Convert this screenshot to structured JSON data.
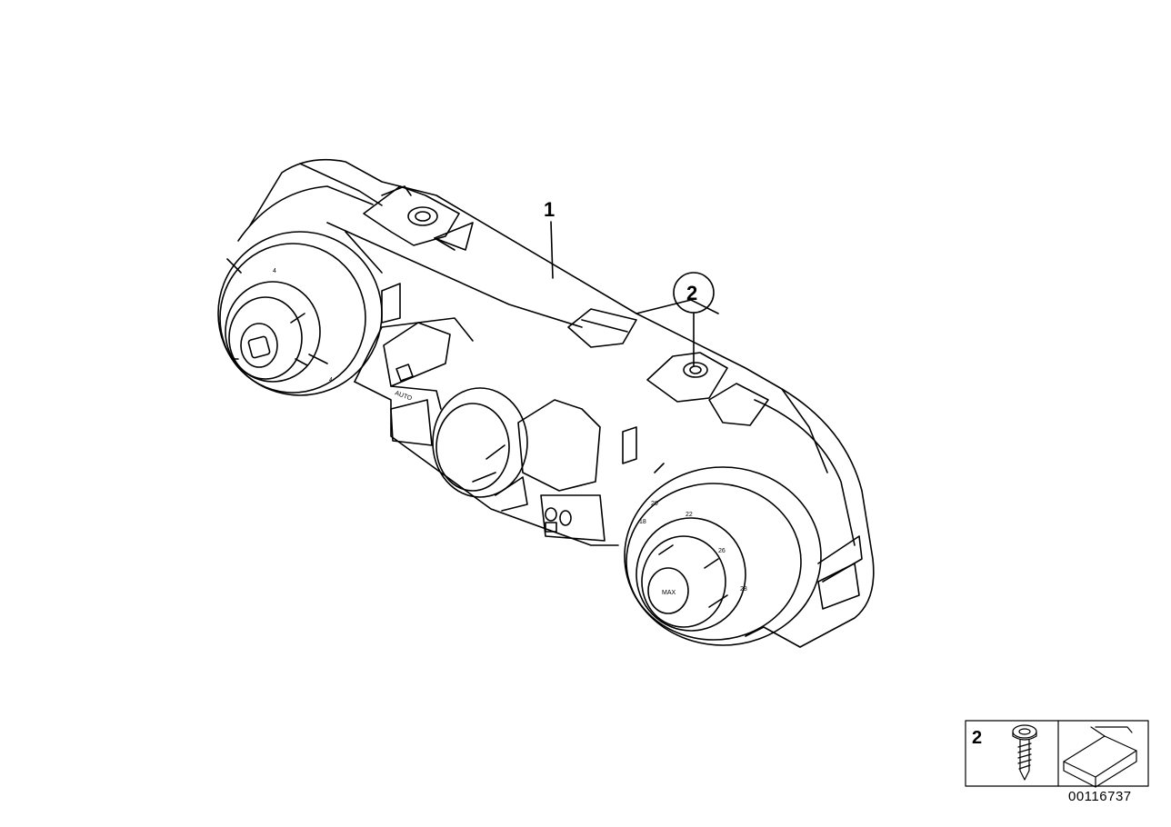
{
  "callouts": {
    "part1": "1",
    "part2": "2"
  },
  "control_panel": {
    "left_knob_marks": [
      "4",
      "4"
    ],
    "button_auto": "AUTO",
    "right_knob_scale": [
      "18",
      "20",
      "22",
      "26",
      "28"
    ],
    "right_knob_center": "MAX"
  },
  "legend": {
    "item_number": "2"
  },
  "document_number": "00116737"
}
